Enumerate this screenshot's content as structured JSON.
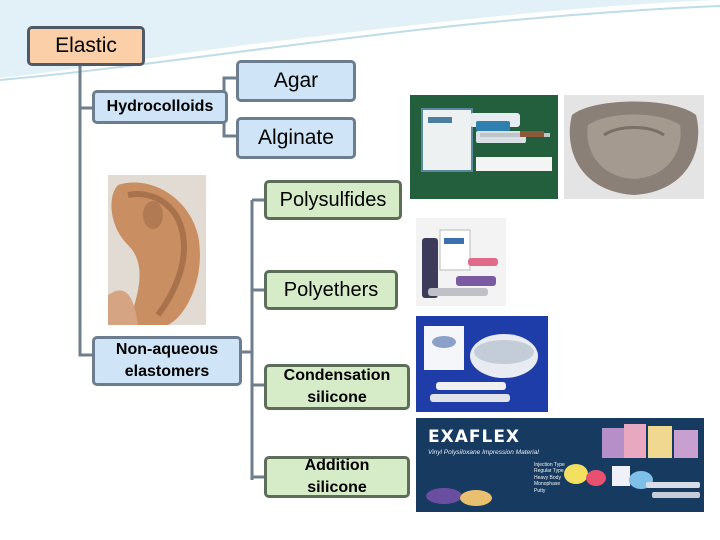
{
  "diagram": {
    "root": "Elastic",
    "groups": [
      {
        "label": "Hydrocolloids",
        "children": [
          "Agar",
          "Alginate"
        ]
      },
      {
        "label": "Non-aqueous elastomers",
        "children": [
          "Polysulfides",
          "Polyethers",
          "Condensation silicone",
          "Addition silicone"
        ]
      }
    ]
  },
  "photos": {
    "exaflex": {
      "brand": "EXAFLEX",
      "subtitle": "Vinyl Polysiloxane Impression Material",
      "features": [
        "Injection Type",
        "Regular Type",
        "Heavy Body",
        "Monophase",
        "Putty"
      ]
    }
  },
  "colors": {
    "accent_orange": "#fbd0a8",
    "accent_blue": "#cfe4f6",
    "accent_green": "#d6ecc8",
    "connector": "#6e7e8c"
  }
}
